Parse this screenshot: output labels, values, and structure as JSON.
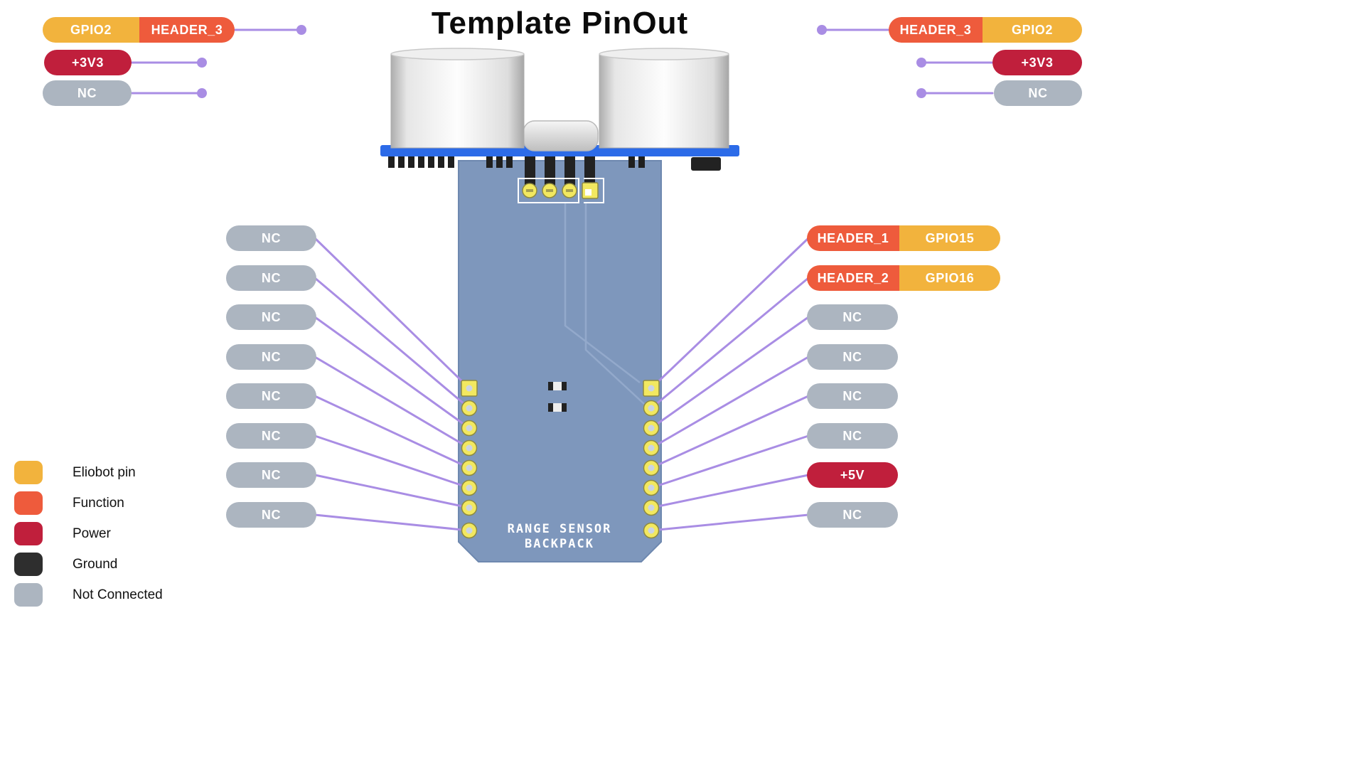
{
  "title": "Template PinOut",
  "board": {
    "line1": "RANGE SENSOR",
    "line2": "BACKPACK"
  },
  "top_left": {
    "row1": {
      "seg1": "GPIO2",
      "seg2": "HEADER_3"
    },
    "row2": "+3V3",
    "row3": "NC"
  },
  "top_right": {
    "row1": {
      "seg1": "HEADER_3",
      "seg2": "GPIO2"
    },
    "row2": "+3V3",
    "row3": "NC"
  },
  "left_pins": [
    "NC",
    "NC",
    "NC",
    "NC",
    "NC",
    "NC",
    "NC",
    "NC"
  ],
  "right_pins": {
    "row1": {
      "function": "HEADER_1",
      "gpio": "GPIO15"
    },
    "row2": {
      "function": "HEADER_2",
      "gpio": "GPIO16"
    },
    "row3": "NC",
    "row4": "NC",
    "row5": "NC",
    "row6": "NC",
    "row7": "+5V",
    "row8": "NC"
  },
  "legend": {
    "items": [
      {
        "label": "Eliobot pin",
        "type": "eliobot"
      },
      {
        "label": "Function",
        "type": "function"
      },
      {
        "label": "Power",
        "type": "power"
      },
      {
        "label": "Ground",
        "type": "ground"
      },
      {
        "label": "Not Connected",
        "type": "nc"
      }
    ]
  },
  "colors": {
    "eliobot": "#F2B33D",
    "function": "#EE5B3C",
    "power": "#C01F3C",
    "ground": "#2E2E2E",
    "nc": "#ACB5C0",
    "wire": "#A98DE4",
    "backpack_pcb": "#7E97BC",
    "sensor_pcb": "#2C6BE8",
    "pad": "#F2E860"
  },
  "icons": {
    "wire_endpoint": "circle-dot",
    "pin_pad": "solder-pad"
  }
}
